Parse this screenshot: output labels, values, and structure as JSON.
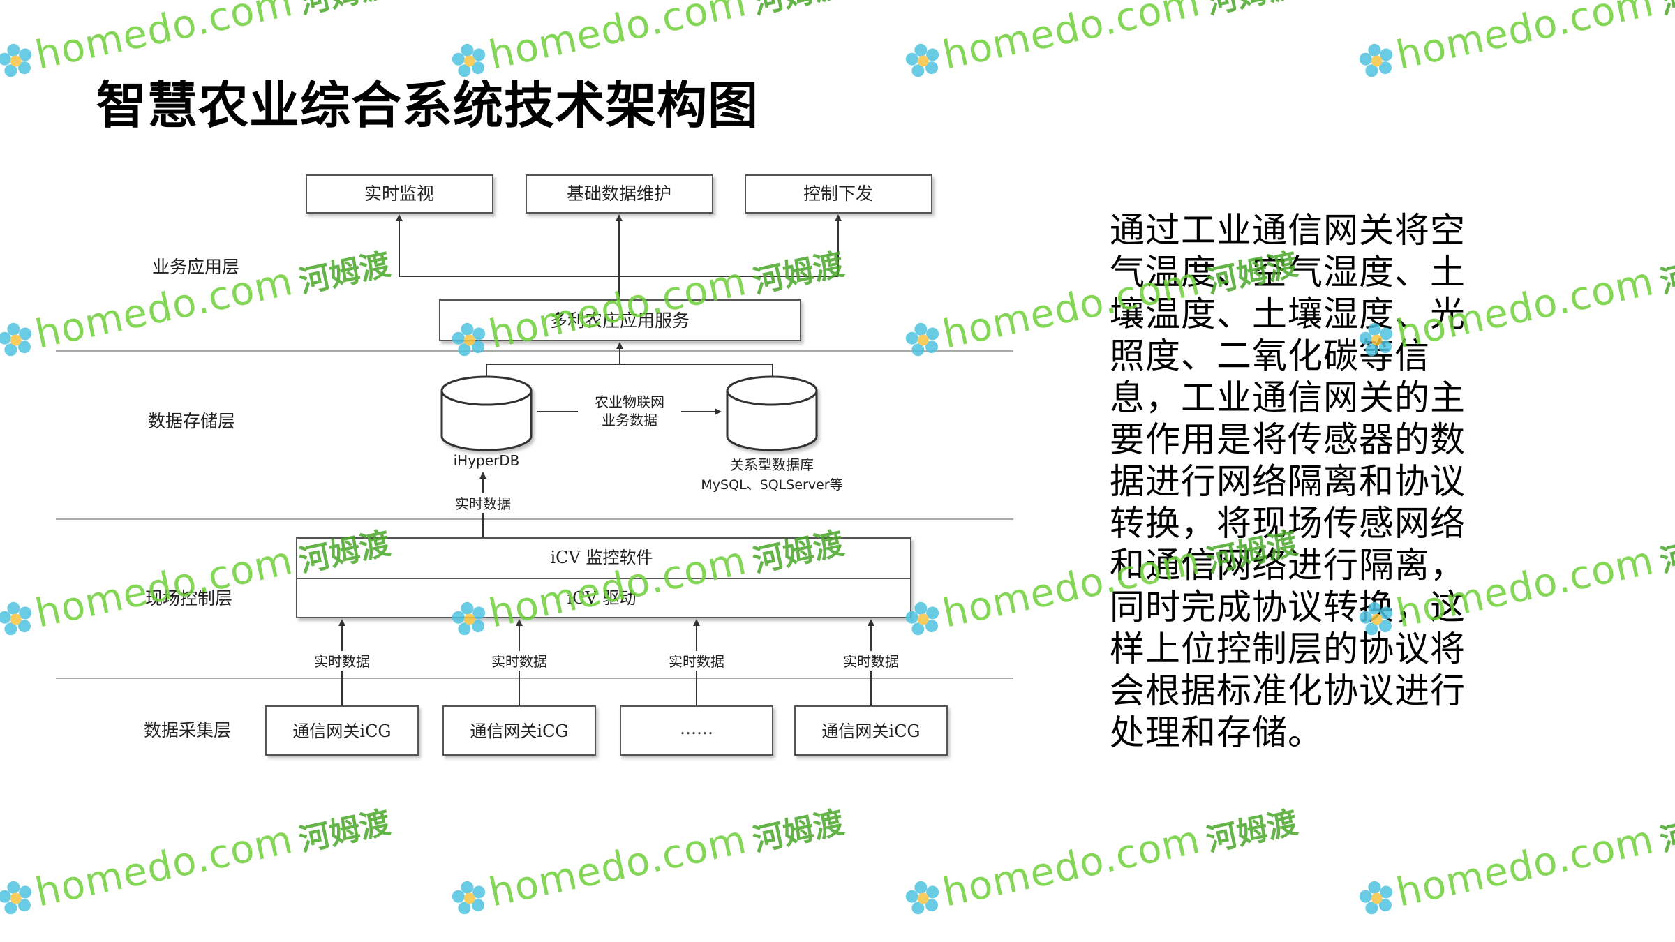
{
  "title": "智慧农业综合系统技术架构图",
  "description": "通过工业通信网关将空气温度、空气湿度、土壤温度、土壤湿度、光照度、二氧化碳等信息，工业通信网关的主要作用是将传感器的数据进行网络隔离和协议转换，将现场传感网络和通信网络进行隔离，同时完成协议转换，这样上位控制层的协议将会根据标准化协议进行处理和存储。",
  "watermark": {
    "brand": "homedo.com",
    "brand_cn": "河姆渡",
    "colors": {
      "brand": "#6fcf3a",
      "flower": "#4fc3e0"
    }
  },
  "diagram": {
    "layers": {
      "application": "业务应用层",
      "storage": "数据存储层",
      "control": "现场控制层",
      "collection": "数据采集层"
    },
    "apps": [
      "实时监视",
      "基础数据维护",
      "控制下发"
    ],
    "service": "多利农庄应用服务",
    "db_left": "iHyperDB",
    "db_link_line1": "农业物联网",
    "db_link_line2": "业务数据",
    "db_right_line1": "关系型数据库",
    "db_right_line2": "MySQL、SQLServer等",
    "realtime": "实时数据",
    "icv_software": "iCV 监控软件",
    "icv_driver": "iCV 驱动",
    "gateways": [
      "通信网关iCG",
      "通信网关iCG",
      "……",
      "通信网关iCG"
    ]
  }
}
